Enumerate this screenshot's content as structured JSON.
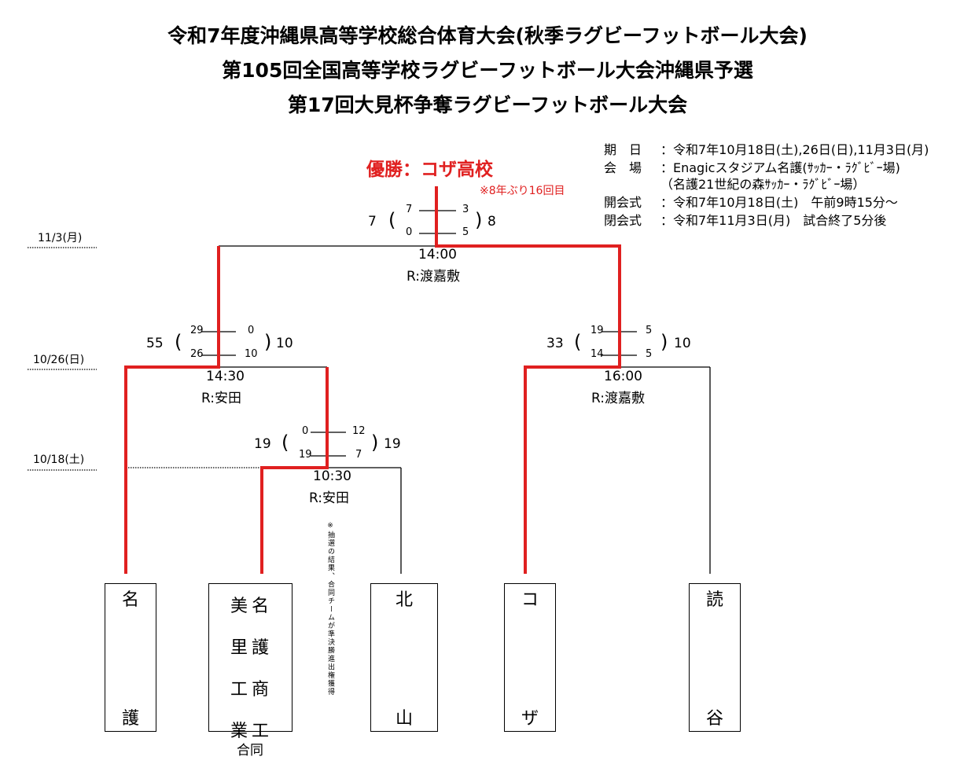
{
  "titles": [
    "令和7年度沖縄県高等学校総合体育大会(秋季ラグビーフットボール大会)",
    "第105回全国高等学校ラグビーフットボール大会沖縄県予選",
    "第17回大見杯争奪ラグビーフットボール大会"
  ],
  "info": [
    {
      "label": "期　日",
      "value": "：令和7年10月18日(土),26日(日),11月3日(月)"
    },
    {
      "label": "会　場",
      "value": "：Enagicスタジアム名護(ｻｯｶｰ・ﾗｸﾞﾋﾞｰ場)"
    },
    {
      "label": "",
      "value": "（名護21世紀の森ｻｯｶｰ・ﾗｸﾞﾋﾞｰ場）"
    },
    {
      "label": "開会式",
      "value": "：令和7年10月18日(土)　午前9時15分～"
    },
    {
      "label": "閉会式",
      "value": "：令和7年11月3日(月)　試合終了5分後"
    }
  ],
  "champion": "優勝：コザ高校",
  "champion_note": "※8年ぶり16回目",
  "dates": [
    "11/3(月)",
    "10/26(日)",
    "10/18(土)"
  ],
  "final": {
    "left_total": "7",
    "left_halves": [
      "7",
      "0"
    ],
    "right_halves": [
      "3",
      "5"
    ],
    "right_total": "8",
    "time": "14:00",
    "referee": "R:渡嘉敷"
  },
  "sf_left": {
    "left_total": "55",
    "left_halves": [
      "29",
      "26"
    ],
    "right_halves": [
      "0",
      "10"
    ],
    "right_total": "10",
    "time": "14:30",
    "referee": "R:安田"
  },
  "sf_right": {
    "left_total": "33",
    "left_halves": [
      "19",
      "14"
    ],
    "right_halves": [
      "5",
      "5"
    ],
    "right_total": "10",
    "time": "16:00",
    "referee": "R:渡嘉敷"
  },
  "r1": {
    "left_total": "19",
    "left_halves": [
      "0",
      "19"
    ],
    "right_halves": [
      "12",
      "7"
    ],
    "right_total": "19",
    "time": "10:30",
    "referee": "R:安田"
  },
  "lottery_note": "※抽選の結果、合同チームが準決勝進出権獲得",
  "teams": [
    {
      "top": "名",
      "bottom": "護"
    },
    {
      "col1": [
        "美",
        "里",
        "工",
        "業"
      ],
      "col2": [
        "名",
        "護",
        "商",
        "工"
      ],
      "caption": "合同"
    },
    {
      "top": "北",
      "bottom": "山"
    },
    {
      "top": "コ",
      "bottom": "ザ"
    },
    {
      "top": "読",
      "bottom": "谷"
    }
  ],
  "colors": {
    "winner_line": "#e02020",
    "line": "#000000"
  }
}
